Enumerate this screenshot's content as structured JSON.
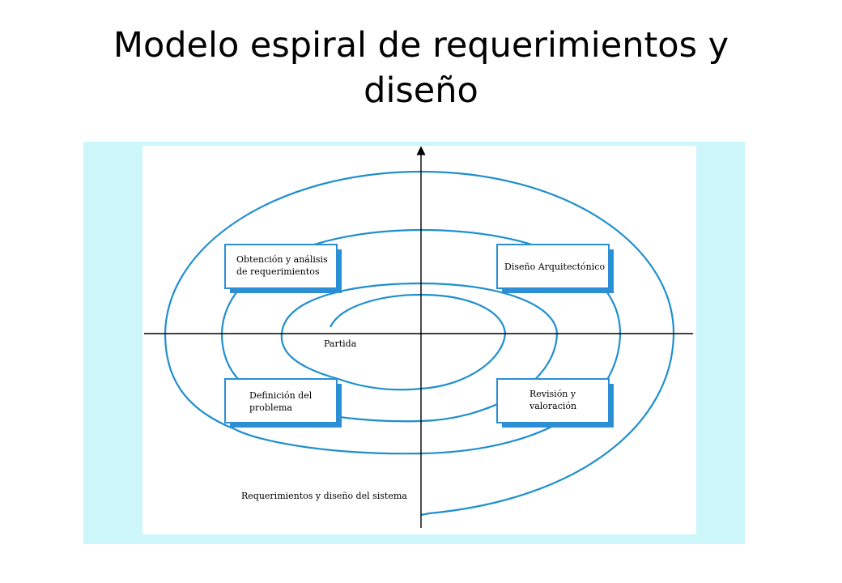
{
  "slide": {
    "title_line1": "Modelo espiral de requerimientos y",
    "title_line2": "diseño"
  },
  "diagram": {
    "boxes": {
      "obtencion": {
        "line1": "Obtención y análisis",
        "line2": "de requerimientos"
      },
      "diseno": {
        "line1": "Diseño Arquitectónico"
      },
      "definicion": {
        "line1": "Definición del",
        "line2": "problema"
      },
      "revision": {
        "line1": "Revisión y",
        "line2": "valoración"
      }
    },
    "start_label": "Partida",
    "bottom_label": "Requerimientos y diseño del sistema",
    "colors": {
      "spiral": "#1f8fce",
      "frame": "#ccf6fa",
      "box_border": "#2c8fd6"
    }
  }
}
